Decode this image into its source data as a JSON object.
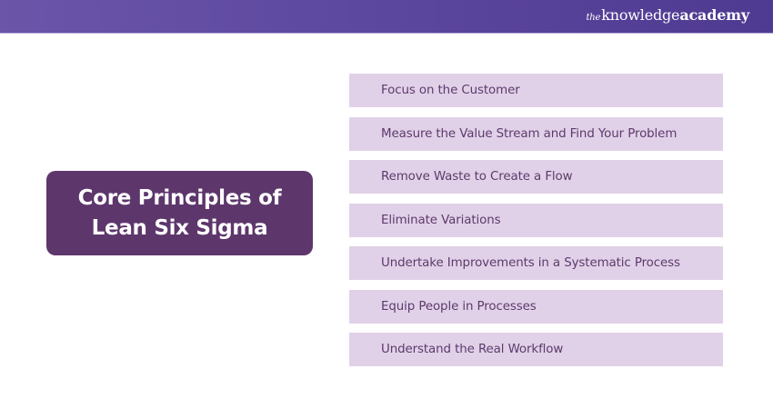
{
  "header": {
    "brand_the": "the",
    "brand_knowledge": "knowledge",
    "brand_academy": "academy"
  },
  "title": {
    "line1": "Core Principles of",
    "line2": "Lean Six Sigma"
  },
  "principles": [
    "Focus on the Customer",
    "Measure the Value Stream and Find Your Problem",
    "Remove Waste to Create a Flow",
    "Eliminate Variations",
    "Undertake Improvements in a Systematic Process",
    "Equip People in Processes",
    "Understand the Real Workflow"
  ],
  "colors": {
    "header_purple": "#5c479f",
    "title_box": "#5d366c",
    "item_bg": "#e1d1e8",
    "item_text": "#5c3a6c"
  }
}
